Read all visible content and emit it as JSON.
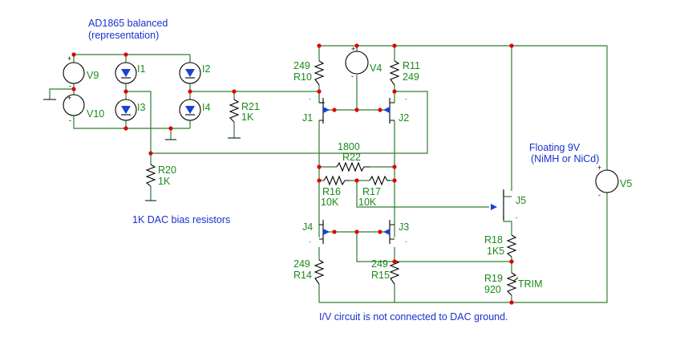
{
  "notes": {
    "title_line1": "AD1865 balanced",
    "title_line2": "(representation)",
    "dac_bias": "1K DAC bias resistors",
    "floating_line1": "Floating 9V",
    "floating_line2": "(NiMH or NiCd)",
    "iv_note": "I/V circuit is not connected to DAC ground."
  },
  "parts": {
    "v9": "V9",
    "v10": "V10",
    "v4": "V4",
    "v5": "V5",
    "i1": "I1",
    "i2": "I2",
    "i3": "I3",
    "i4": "I4",
    "r20": "R20",
    "r20_val": "1K",
    "r21": "R21",
    "r21_val": "1K",
    "r10_val": "249",
    "r10": "R10",
    "r11": "R11",
    "r11_val": "249",
    "r22_val": "1800",
    "r22": "R22",
    "r16": "R16",
    "r16_val": "10K",
    "r17": "R17",
    "r17_val": "10K",
    "r14_val": "249",
    "r14": "R14",
    "r15_val": "249",
    "r15": "R15",
    "r18": "R18",
    "r18_val": "1K5",
    "r19": "R19",
    "r19_val": "920",
    "trim": "TRIM",
    "j1": "J1",
    "j2": "J2",
    "j3": "J3",
    "j4": "J4",
    "j5": "J5"
  },
  "symbols": {
    "plus": "+",
    "minus": "-",
    "dot": "."
  },
  "colors": {
    "wire": "#2e7d32",
    "label": "#1a8a1a",
    "note": "#1a2fd0",
    "node": "#e00000",
    "arrow": "#1a3fd6"
  }
}
